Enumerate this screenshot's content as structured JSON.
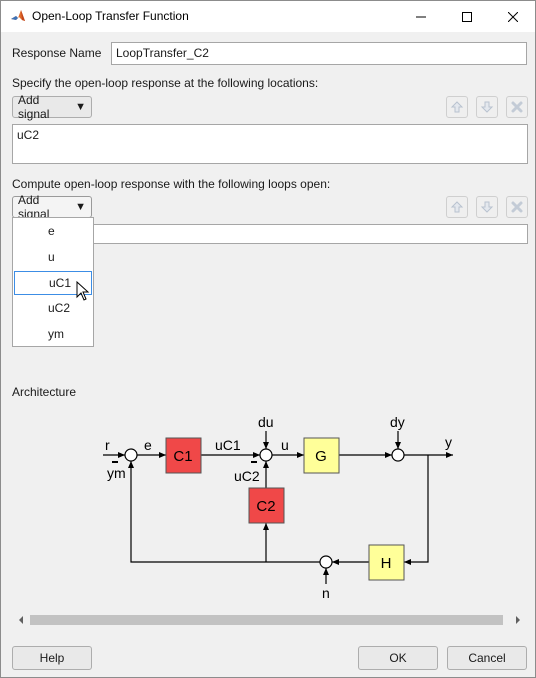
{
  "window": {
    "title": "Open-Loop Transfer Function"
  },
  "response_name": {
    "label": "Response Name",
    "value": "LoopTransfer_C2"
  },
  "locations": {
    "label": "Specify the open-loop response at the following locations:",
    "add_signal_label": "Add signal",
    "items": [
      "uC2"
    ]
  },
  "loops_open": {
    "label": "Compute open-loop response with the following loops open:",
    "add_signal_label": "Add signal",
    "dropdown_options": [
      "e",
      "u",
      "uC1",
      "uC2",
      "ym"
    ],
    "highlighted_option": "uC1"
  },
  "architecture": {
    "label": "Architecture",
    "blocks": [
      "C1",
      "G",
      "C2",
      "H"
    ],
    "signals": [
      "r",
      "e",
      "uC1",
      "u",
      "du",
      "dy",
      "y",
      "ym",
      "uC2",
      "n"
    ],
    "colors": {
      "controller_block": "#f04848",
      "plant_block": "#ffff99"
    }
  },
  "buttons": {
    "help": "Help",
    "ok": "OK",
    "cancel": "Cancel"
  }
}
